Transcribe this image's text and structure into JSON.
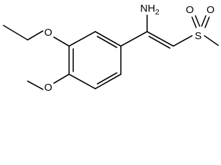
{
  "molecule": {
    "atoms": {
      "amine": "NH",
      "amine_subscript": "2",
      "ethoxy_oxygen": "O",
      "methoxy_oxygen": "O",
      "sulfonyl_sulfur": "S",
      "sulfonyl_oxygen_1": "O",
      "sulfonyl_oxygen_2": "O"
    }
  }
}
